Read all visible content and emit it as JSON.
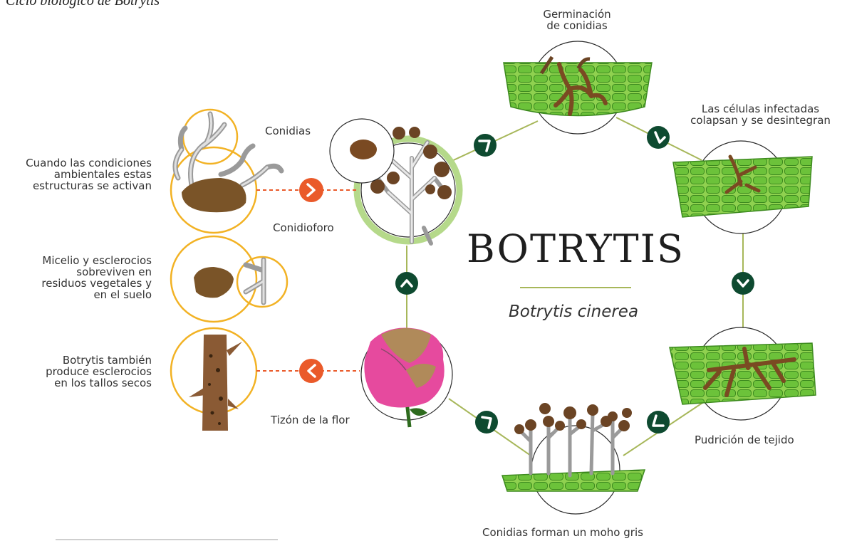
{
  "caption": "Ciclo biológico de Botrytis",
  "title": "BOTRYTIS",
  "species": "Botrytis cinerea",
  "labels": {
    "germinacion": "Germinación\nde conidias",
    "celulas": "Las células infectadas\ncolapsan y se desintegran",
    "pudricion": "Pudrición de tejido",
    "moho": "Conidias forman un moho gris",
    "tizon": "Tizón de la flor",
    "conidias": "Conidias",
    "conidioforo": "Conidioforo",
    "activan": "Cuando las condiciones\nambientales estas\nestructuras se activan",
    "micelio": "Micelio y esclerocios\nsobreviven en\nresiduos vegetales y\nen el suelo",
    "tallos": "Botrytis también\nproduce esclerocios\nen los tallos secos"
  },
  "colors": {
    "cycle_line": "#a7b75a",
    "arrow_badge": "#0e4a30",
    "side_arrow": "#ea5a2a",
    "side_ring": "#f2b224",
    "leaf_green": "#6cc23a",
    "fungus_brown": "#7a4a22",
    "conidio_ring": "#b5d98a"
  },
  "icons": [
    "cycle-arrow-icon",
    "orange-arrow-icon"
  ]
}
